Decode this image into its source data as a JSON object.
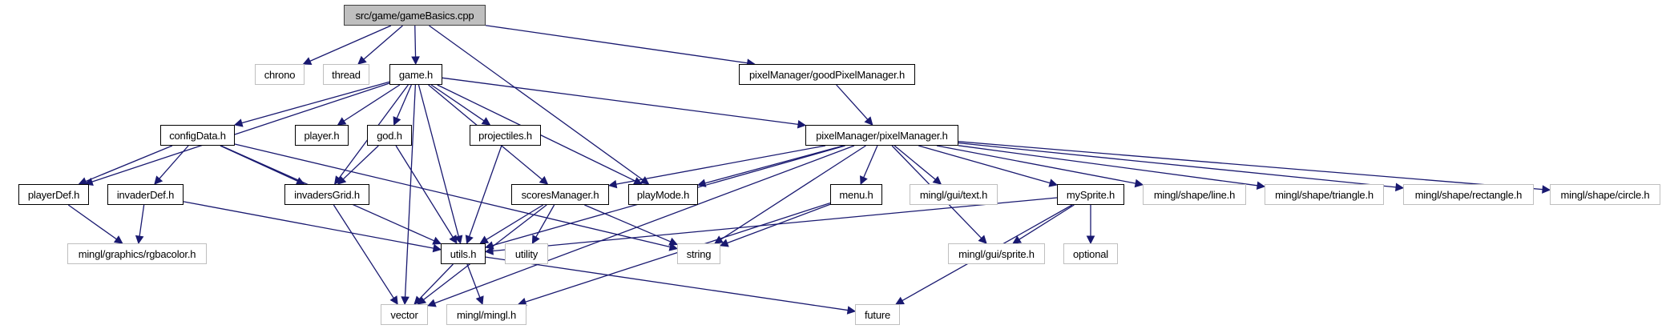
{
  "title": "src/game/gameBasics.cpp include dependency graph",
  "colors": {
    "edge": "#191970",
    "root_fill": "#bfbfbf",
    "system_border": "#bfbfbf",
    "local_border": "#000000"
  },
  "nodes": {
    "root": {
      "label": "src/game/gameBasics.cpp",
      "kind": "root"
    },
    "chrono": {
      "label": "chrono",
      "kind": "system"
    },
    "thread": {
      "label": "thread",
      "kind": "system"
    },
    "game_h": {
      "label": "game.h",
      "kind": "local"
    },
    "goodPixelManager_h": {
      "label": "pixelManager/goodPixelManager.h",
      "kind": "local"
    },
    "pixelManager_h": {
      "label": "pixelManager/pixelManager.h",
      "kind": "local"
    },
    "configData_h": {
      "label": "configData.h",
      "kind": "local"
    },
    "player_h": {
      "label": "player.h",
      "kind": "local"
    },
    "god_h": {
      "label": "god.h",
      "kind": "local"
    },
    "projectiles_h": {
      "label": "projectiles.h",
      "kind": "local"
    },
    "playerDef_h": {
      "label": "playerDef.h",
      "kind": "local"
    },
    "invaderDef_h": {
      "label": "invaderDef.h",
      "kind": "local"
    },
    "invadersGrid_h": {
      "label": "invadersGrid.h",
      "kind": "local"
    },
    "scoresManager_h": {
      "label": "scoresManager.h",
      "kind": "local"
    },
    "playMode_h": {
      "label": "playMode.h",
      "kind": "local"
    },
    "menu_h": {
      "label": "menu.h",
      "kind": "local"
    },
    "text_h": {
      "label": "mingl/gui/text.h",
      "kind": "system"
    },
    "mySprite_h": {
      "label": "mySprite.h",
      "kind": "local"
    },
    "line_h": {
      "label": "mingl/shape/line.h",
      "kind": "system"
    },
    "triangle_h": {
      "label": "mingl/shape/triangle.h",
      "kind": "system"
    },
    "rectangle_h": {
      "label": "mingl/shape/rectangle.h",
      "kind": "system"
    },
    "circle_h": {
      "label": "mingl/shape/circle.h",
      "kind": "system"
    },
    "rgbacolor_h": {
      "label": "mingl/graphics/rgbacolor.h",
      "kind": "system"
    },
    "utils_h": {
      "label": "utils.h",
      "kind": "local"
    },
    "utility": {
      "label": "utility",
      "kind": "system"
    },
    "string": {
      "label": "string",
      "kind": "system"
    },
    "sprite_h": {
      "label": "mingl/gui/sprite.h",
      "kind": "system"
    },
    "optional": {
      "label": "optional",
      "kind": "system"
    },
    "vector": {
      "label": "vector",
      "kind": "system"
    },
    "mingl_h": {
      "label": "mingl/mingl.h",
      "kind": "system"
    },
    "future": {
      "label": "future",
      "kind": "system"
    }
  },
  "edges": [
    [
      "root",
      "chrono"
    ],
    [
      "root",
      "thread"
    ],
    [
      "root",
      "game_h"
    ],
    [
      "root",
      "goodPixelManager_h"
    ],
    [
      "root",
      "playMode_h"
    ],
    [
      "game_h",
      "configData_h"
    ],
    [
      "game_h",
      "player_h"
    ],
    [
      "game_h",
      "god_h"
    ],
    [
      "game_h",
      "projectiles_h"
    ],
    [
      "game_h",
      "playerDef_h"
    ],
    [
      "game_h",
      "invadersGrid_h"
    ],
    [
      "game_h",
      "scoresManager_h"
    ],
    [
      "game_h",
      "playMode_h"
    ],
    [
      "game_h",
      "pixelManager_h"
    ],
    [
      "game_h",
      "utils_h"
    ],
    [
      "game_h",
      "vector"
    ],
    [
      "goodPixelManager_h",
      "pixelManager_h"
    ],
    [
      "configData_h",
      "playerDef_h"
    ],
    [
      "configData_h",
      "invaderDef_h"
    ],
    [
      "configData_h",
      "invadersGrid_h"
    ],
    [
      "configData_h",
      "utils_h"
    ],
    [
      "configData_h",
      "string"
    ],
    [
      "god_h",
      "invadersGrid_h"
    ],
    [
      "god_h",
      "utils_h"
    ],
    [
      "projectiles_h",
      "utils_h"
    ],
    [
      "playerDef_h",
      "rgbacolor_h"
    ],
    [
      "invaderDef_h",
      "rgbacolor_h"
    ],
    [
      "invaderDef_h",
      "utils_h"
    ],
    [
      "invadersGrid_h",
      "vector"
    ],
    [
      "scoresManager_h",
      "utils_h"
    ],
    [
      "scoresManager_h",
      "utility"
    ],
    [
      "scoresManager_h",
      "string"
    ],
    [
      "scoresManager_h",
      "vector"
    ],
    [
      "pixelManager_h",
      "scoresManager_h"
    ],
    [
      "pixelManager_h",
      "playMode_h"
    ],
    [
      "pixelManager_h",
      "menu_h"
    ],
    [
      "pixelManager_h",
      "text_h"
    ],
    [
      "pixelManager_h",
      "mySprite_h"
    ],
    [
      "pixelManager_h",
      "line_h"
    ],
    [
      "pixelManager_h",
      "triangle_h"
    ],
    [
      "pixelManager_h",
      "rectangle_h"
    ],
    [
      "pixelManager_h",
      "circle_h"
    ],
    [
      "pixelManager_h",
      "utils_h"
    ],
    [
      "pixelManager_h",
      "string"
    ],
    [
      "pixelManager_h",
      "sprite_h"
    ],
    [
      "pixelManager_h",
      "vector"
    ],
    [
      "menu_h",
      "string"
    ],
    [
      "menu_h",
      "mingl_h"
    ],
    [
      "mySprite_h",
      "utils_h"
    ],
    [
      "mySprite_h",
      "sprite_h"
    ],
    [
      "mySprite_h",
      "optional"
    ],
    [
      "mySprite_h",
      "future"
    ],
    [
      "utils_h",
      "vector"
    ],
    [
      "utils_h",
      "mingl_h"
    ],
    [
      "utils_h",
      "future"
    ]
  ]
}
